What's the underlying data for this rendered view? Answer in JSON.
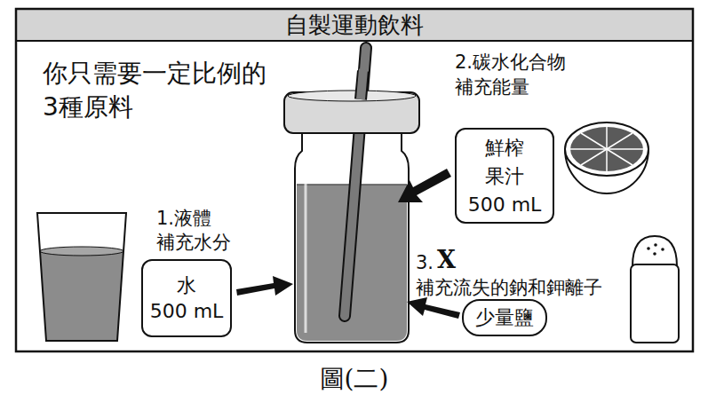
{
  "diagram": {
    "title": "自製運動飲料",
    "caption": "圖(二)",
    "nodes": [
      {
        "text": [
          "鮮榨果汁",
          "500 mL"
        ]
      },
      {
        "text": [
          "水",
          "500 mL"
        ]
      },
      {
        "text": [
          "少量鹽"
        ]
      }
    ],
    "labels": [
      "你只需要一定比例的",
      "3種原料",
      "2.碳水化合物",
      "補充能量",
      "1.液體",
      "補充水分",
      "3.",
      "X",
      "補充流失的鈉和鉀離子"
    ]
  }
}
